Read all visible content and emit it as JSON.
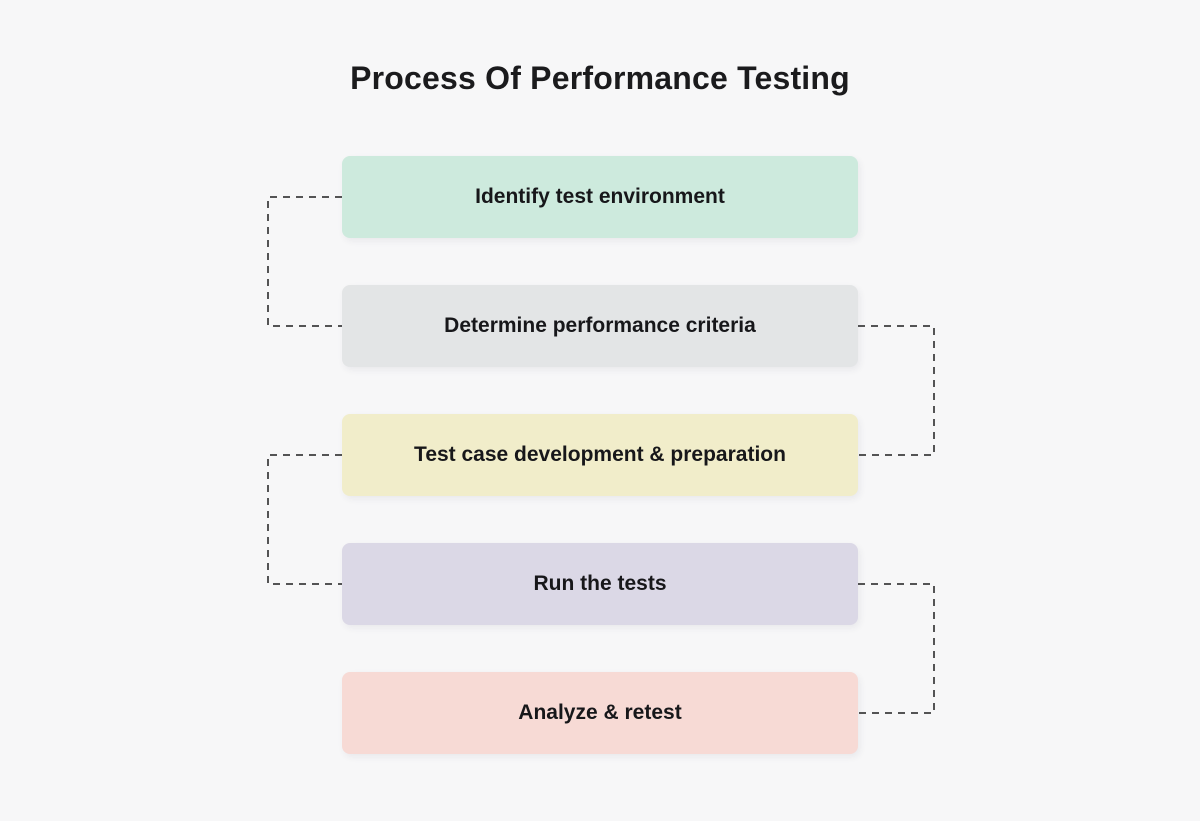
{
  "title": "Process Of Performance Testing",
  "canvas": {
    "background": "#f7f7f8",
    "connector_color": "#1f1f1f",
    "text_color": "#17171a"
  },
  "steps": [
    {
      "label": "Identify test environment",
      "color": "#cdeadd"
    },
    {
      "label": "Determine performance criteria",
      "color": "#e3e5e6"
    },
    {
      "label": "Test case development & preparation",
      "color": "#f1edca"
    },
    {
      "label": "Run the tests",
      "color": "#dbd8e6"
    },
    {
      "label": "Analyze & retest",
      "color": "#f7dad5"
    }
  ]
}
